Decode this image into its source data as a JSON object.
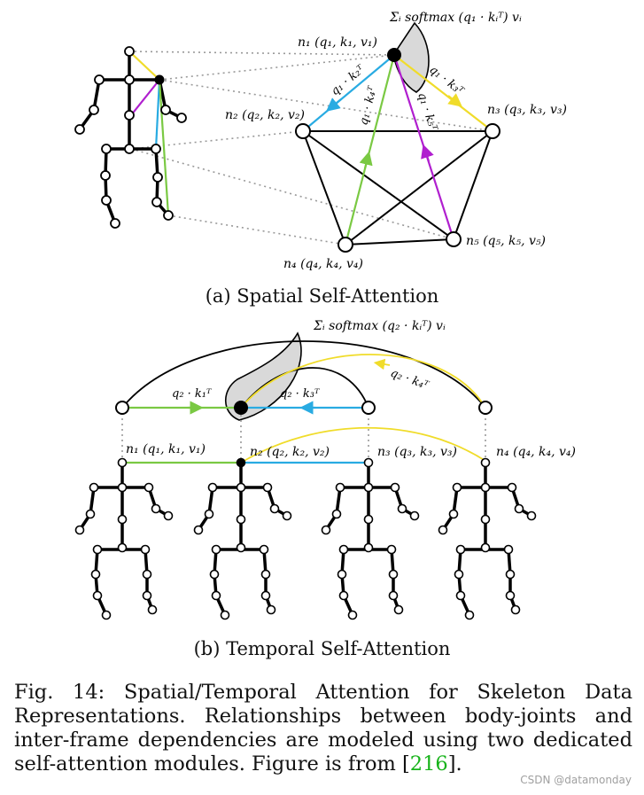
{
  "spatial": {
    "subcaption": "(a) Spatial Self-Attention",
    "formula": "Σᵢ softmax (q₁ · kᵢᵀ) vᵢ",
    "nodes": [
      {
        "id": "n1",
        "label": "n₁ (q₁, k₁, v₁)"
      },
      {
        "id": "n2",
        "label": "n₂ (q₂, k₂, v₂)"
      },
      {
        "id": "n3",
        "label": "n₃ (q₃, k₃, v₃)"
      },
      {
        "id": "n4",
        "label": "n₄ (q₄, k₄, v₄)"
      },
      {
        "id": "n5",
        "label": "n₅ (q₅, k₅, v₅)"
      }
    ],
    "edge_labels": [
      "q₁ · k₂ᵀ",
      "q₁ · k₃ᵀ",
      "q₁ · k₄ᵀ",
      "q₁ · k₅ᵀ"
    ]
  },
  "temporal": {
    "subcaption": "(b) Temporal Self-Attention",
    "formula": "Σᵢ softmax (q₂ · kᵢᵀ) vᵢ",
    "nodes": [
      {
        "id": "n1",
        "label": "n₁ (q₁, k₁, v₁)"
      },
      {
        "id": "n2",
        "label": "n₂ (q₂, k₂, v₂)"
      },
      {
        "id": "n3",
        "label": "n₃ (q₃, k₃, v₃)"
      },
      {
        "id": "n4",
        "label": "n₄ (q₄, k₄, v₄)"
      }
    ],
    "edge_labels": [
      "q₂ · k₁ᵀ",
      "q₂ · k₃ᵀ",
      "q₂ · k₄ᵀ"
    ]
  },
  "caption": {
    "text": "Fig. 14: Spatial/Temporal Attention for Skeleton Data Representations. Relationships between body-joints and inter-frame dependencies are modeled using two dedicated self-attention modules. Figure is from [",
    "ref": "216",
    "end": "]."
  },
  "watermark": "CSDN @datamonday",
  "colors": {
    "q_to_k2": "#29abe2",
    "q_to_k3": "#f0dc2a",
    "q_to_k4": "#7ac943",
    "q_to_k5": "#b01fcf",
    "reference_link": "#17b31a",
    "highlight": "#d9d9d9",
    "dotted": "#999999"
  }
}
